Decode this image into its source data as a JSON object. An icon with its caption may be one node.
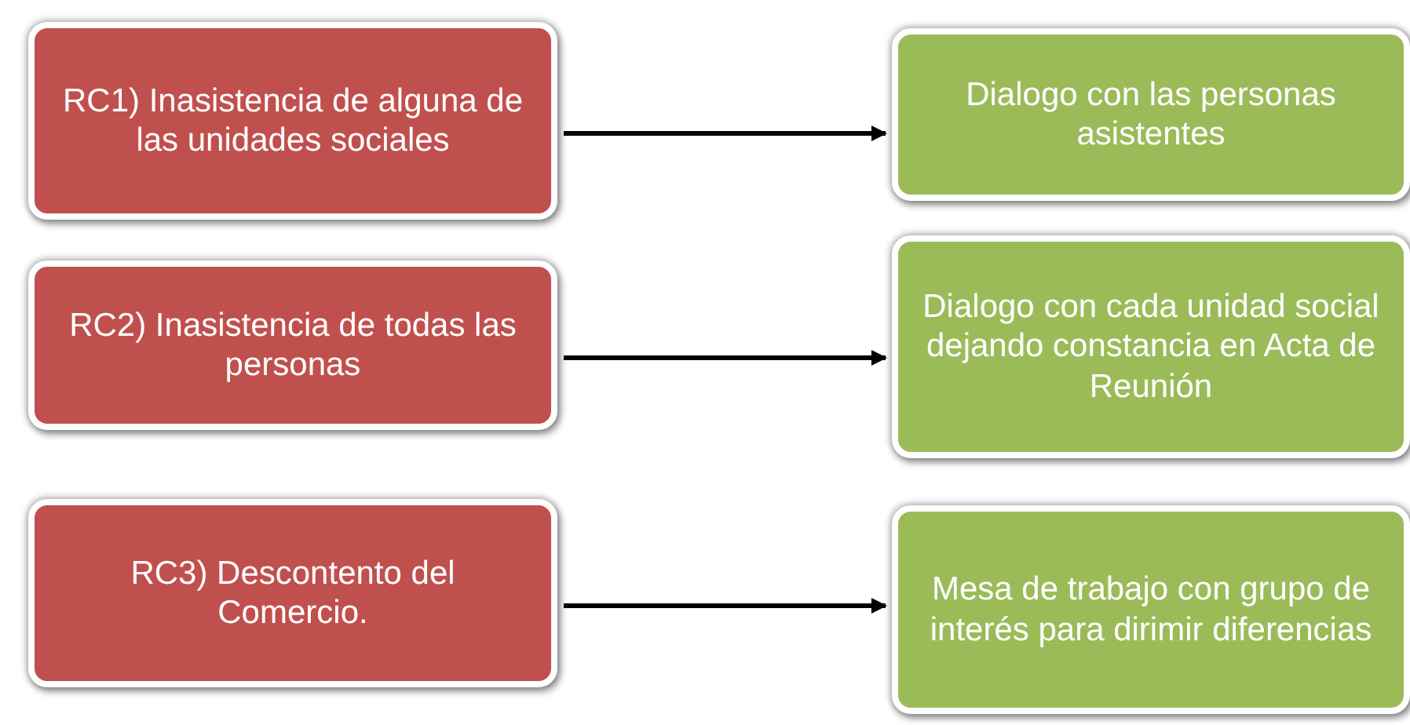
{
  "diagram": {
    "nodes": [
      {
        "text": [
          "RC1) Inasistencia de alguna de las unidades sociales"
        ]
      },
      {
        "text": [
          "Dialogo con las personas asistentes"
        ]
      },
      {
        "text": [
          "RC2) Inasistencia de todas las personas"
        ]
      },
      {
        "text": [
          "Dialogo con cada unidad social dejando constancia en Acta de Reunión"
        ]
      },
      {
        "text": [
          "RC3) Descontento del Comercio."
        ]
      },
      {
        "text": [
          "Mesa de trabajo con grupo de interés para dirimir diferencias"
        ]
      }
    ],
    "edges": [
      {
        "from": 0,
        "to": 1,
        "arrow": "to"
      },
      {
        "from": 2,
        "to": 3,
        "arrow": "to"
      },
      {
        "from": 4,
        "to": 5,
        "arrow": "to"
      }
    ]
  }
}
